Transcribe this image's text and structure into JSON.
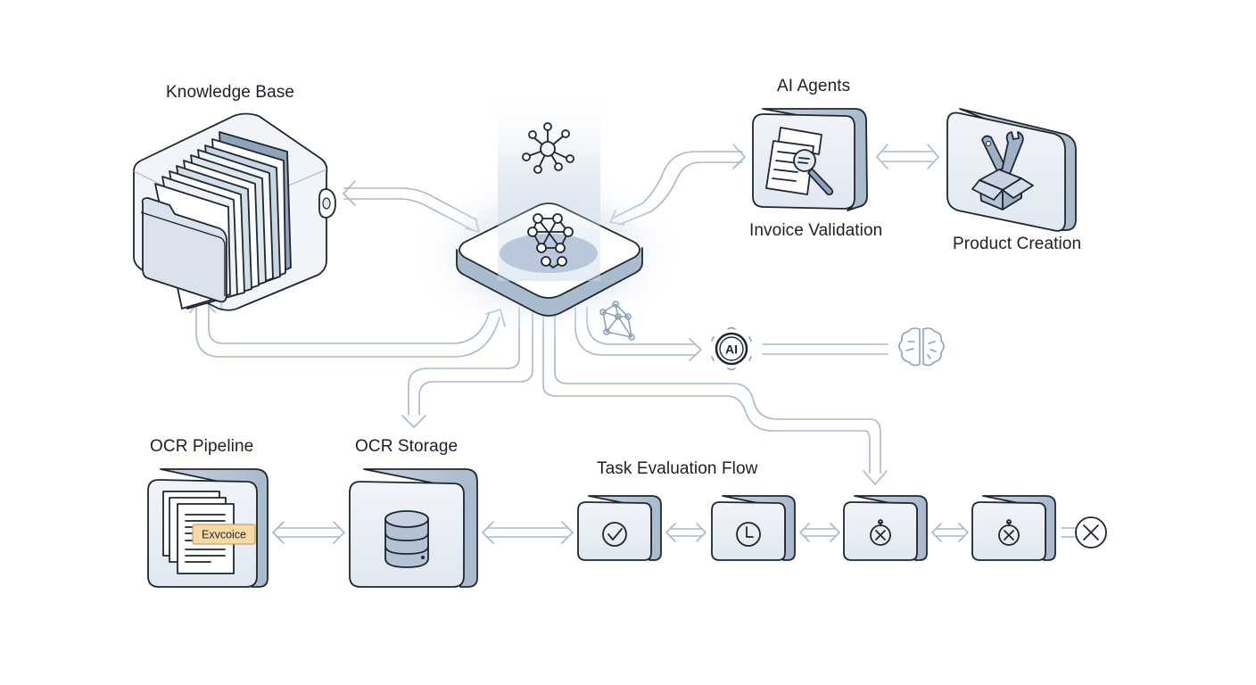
{
  "labels": {
    "knowledge_base": "Knowledge Base",
    "ai_agents": "AI Agents",
    "invoice_validation": "Invoice Validation",
    "product_creation": "Product Creation",
    "ocr_pipeline": "OCR Pipeline",
    "ocr_storage": "OCR Storage",
    "task_evaluation_flow": "Task Evaluation Flow"
  },
  "ocr_document_tag": "Exvcoice",
  "ai_badge_text": "AI",
  "colors": {
    "connector": "#a9b8c8",
    "box_fill": "#e9eef5",
    "box_side": "#b7c6d8",
    "outline": "#1f2630",
    "tag_fill": "#f6d9a6",
    "hub_glow": "#c9d6e6"
  },
  "icons": {
    "knowledge_base": "file-cabinet-icon",
    "hub_top": "network-node-icon",
    "hub": "central-hub-icon",
    "invoice_validation": "document-search-icon",
    "product_creation": "toolbox-icon",
    "small_network": "network-mesh-icon",
    "ai_badge": "ai-chip-icon",
    "brain": "brain-icon",
    "ocr_pipeline": "documents-icon",
    "ocr_storage": "database-icon",
    "task_steps": [
      "check-circle-icon",
      "clock-icon",
      "timer-cancel-icon",
      "timer-cancel-icon"
    ],
    "end": "close-circle-icon"
  }
}
